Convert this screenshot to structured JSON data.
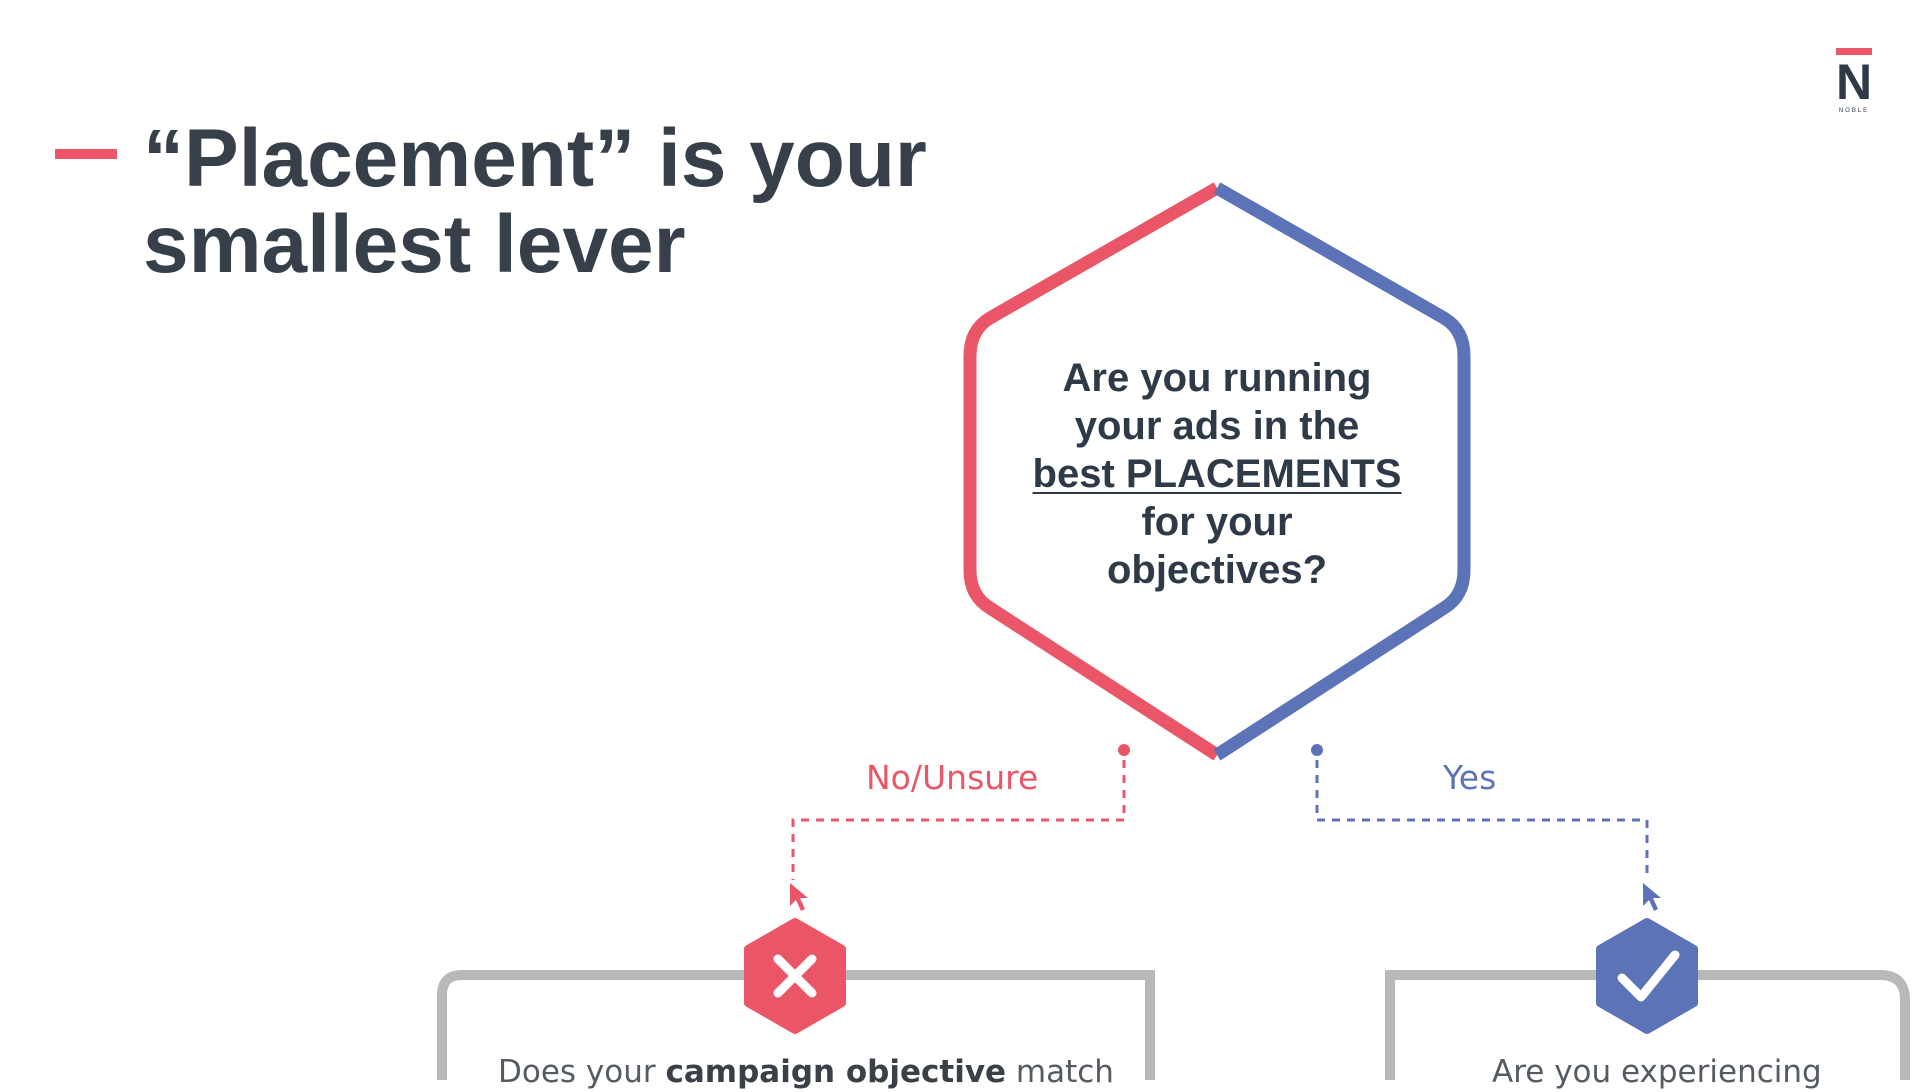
{
  "slide": {
    "title_line1": "“Placement” is your",
    "title_line2": "smallest lever"
  },
  "logo": {
    "letter": "N",
    "word": "NOBLE"
  },
  "question": {
    "line1": "Are you running",
    "line2": "your ads in the",
    "line3": "best PLACEMENTS",
    "line4": "for your",
    "line5": "objectives?"
  },
  "branches": {
    "no_label": "No/Unsure",
    "yes_label": "Yes"
  },
  "left_box": {
    "text_start": "Does your ",
    "text_bold": "campaign objective",
    "text_end": " match"
  },
  "right_box": {
    "text": "Are you experiencing"
  },
  "icons": {
    "no": "x-icon",
    "yes": "checkmark-icon"
  },
  "colors": {
    "accent_red": "#ea5667",
    "accent_blue": "#5c73b8",
    "text_dark": "#363f4a",
    "box_border": "#b8b8b8"
  }
}
